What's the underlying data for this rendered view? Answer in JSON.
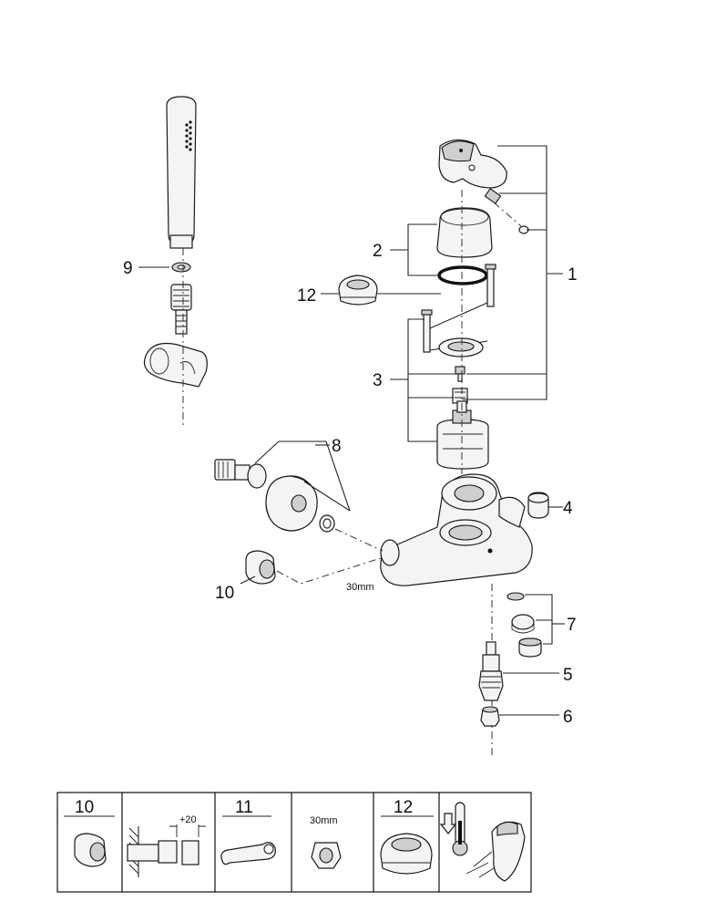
{
  "callouts": {
    "c1": "1",
    "c2": "2",
    "c3": "3",
    "c4": "4",
    "c5": "5",
    "c6": "6",
    "c7": "7",
    "c8": "8",
    "c9": "9",
    "c10": "10",
    "c12": "12"
  },
  "dimensions": {
    "nut_size_main": "30mm",
    "nut_size_tool": "30mm",
    "extension": "+20"
  },
  "tool_table": {
    "headers": [
      "10",
      "",
      "11",
      "",
      "12",
      ""
    ]
  }
}
